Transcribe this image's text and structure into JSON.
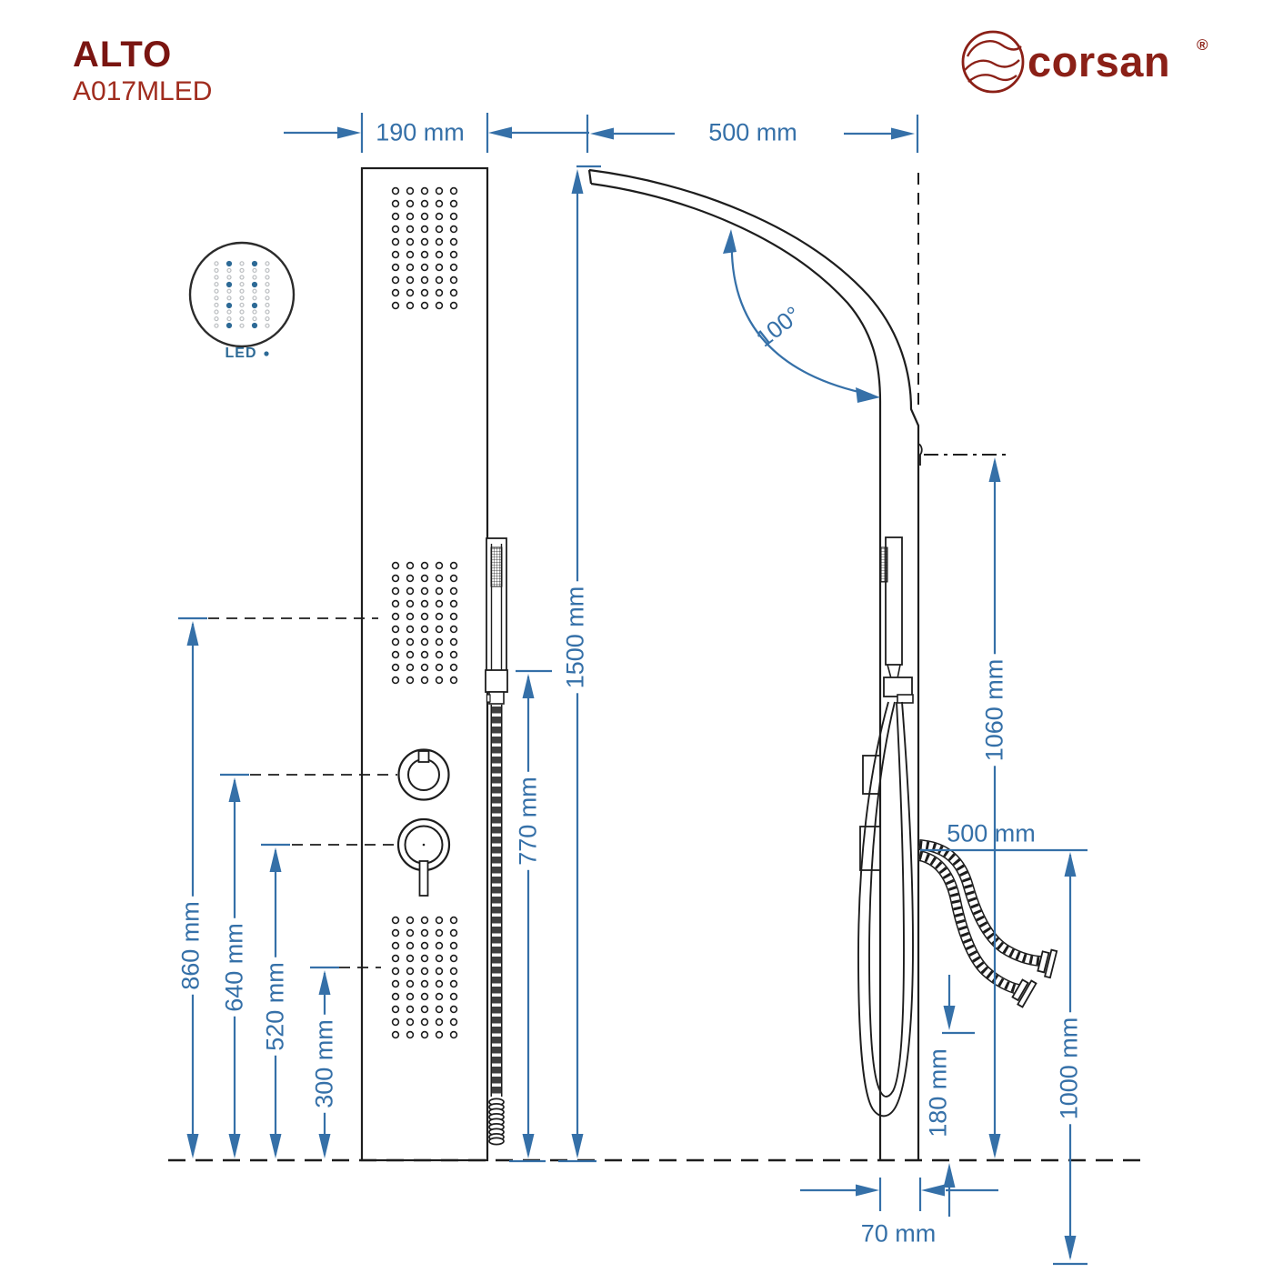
{
  "header": {
    "product_name": "ALTO",
    "product_code": "A017MLED",
    "brand": "corsan",
    "brand_registered": "®"
  },
  "led_detail": {
    "label": "LED"
  },
  "dimensions": {
    "front_width": "190 mm",
    "arm_reach": "500 mm",
    "total_height": "1500 mm",
    "handshower_height": "770 mm",
    "upper_jets_height": "860 mm",
    "upper_knob_height": "640 mm",
    "lower_knob_height": "520 mm",
    "lower_jets_height": "300 mm",
    "head_angle": "100°",
    "wall_mount_height": "1060 mm",
    "hose_span": "500 mm",
    "hose_drop": "1000 mm",
    "outlet_height": "180 mm",
    "base_width": "70 mm"
  },
  "colors": {
    "dimension_blue": "#3570A8",
    "brand_red": "#8B2017",
    "title_red": "#7A1511",
    "code_red": "#A02C1E",
    "line_black": "#1D1D1D",
    "led_dot_blue": "#2D6A96"
  }
}
